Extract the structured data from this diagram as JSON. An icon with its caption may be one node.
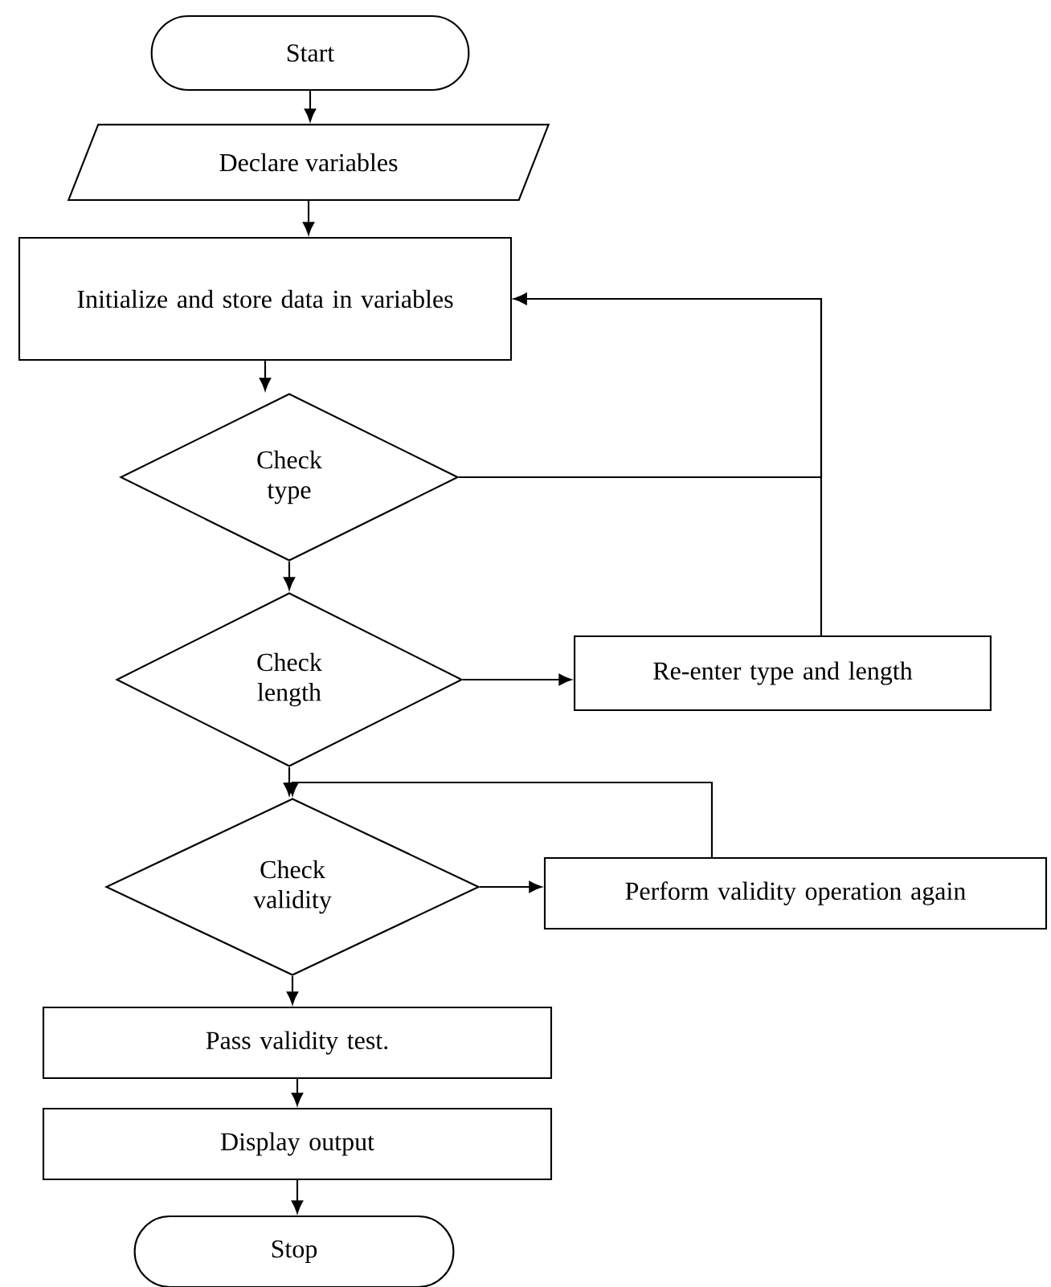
{
  "diagram": {
    "nodes": [
      {
        "text": [
          "Start"
        ]
      },
      {
        "text": [
          "Declare variables"
        ]
      },
      {
        "text": [
          "Initialize and store data in variables"
        ]
      },
      {
        "text": [
          "Check type"
        ]
      },
      {
        "text": [
          "Check length"
        ]
      },
      {
        "text": [
          "Re-enter type and length"
        ]
      },
      {
        "text": [
          "Check validity"
        ]
      },
      {
        "text": [
          "Perform validity operation again"
        ]
      },
      {
        "text": [
          "Pass validity test."
        ]
      },
      {
        "text": [
          "Display output"
        ]
      },
      {
        "text": [
          "Stop"
        ]
      }
    ],
    "edges": [
      {
        "from": 0,
        "to": 1,
        "arrow": "to"
      },
      {
        "from": 1,
        "to": 2,
        "arrow": "to"
      },
      {
        "from": 2,
        "to": 3,
        "arrow": "to"
      },
      {
        "from": 3,
        "to": 4,
        "arrow": "to"
      },
      {
        "from": 3,
        "to": 2,
        "arrow": "to"
      },
      {
        "from": 4,
        "to": 5,
        "arrow": "to"
      },
      {
        "from": 5,
        "to": 2,
        "arrow": "to"
      },
      {
        "from": 4,
        "to": 6,
        "arrow": "to"
      },
      {
        "from": 6,
        "to": 7,
        "arrow": "to"
      },
      {
        "from": 7,
        "to": 6,
        "arrow": "to"
      },
      {
        "from": 6,
        "to": 8,
        "arrow": "to"
      },
      {
        "from": 8,
        "to": 9,
        "arrow": "to"
      },
      {
        "from": 9,
        "to": 10,
        "arrow": "to"
      }
    ]
  }
}
